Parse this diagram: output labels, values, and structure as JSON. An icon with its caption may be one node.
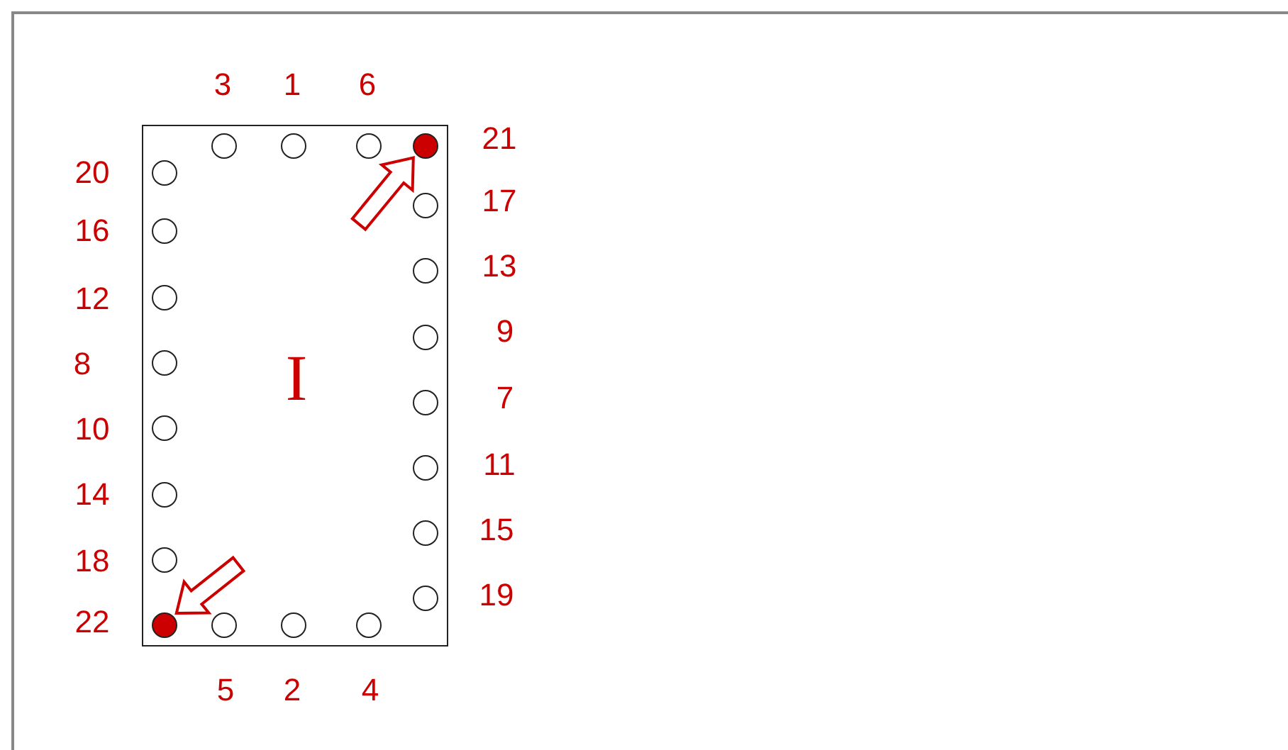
{
  "diagram": {
    "nodes": [
      {
        "text": [
          "I"
        ]
      },
      {
        "text": [],
        "shape": "circle",
        "in": 0,
        "beside": [
          "3"
        ]
      },
      {
        "text": [],
        "shape": "circle",
        "in": 0,
        "beside": [
          "1"
        ]
      },
      {
        "text": [],
        "shape": "circle",
        "in": 0,
        "beside": [
          "6"
        ]
      },
      {
        "text": [],
        "shape": "dot",
        "in": 0,
        "beside": [
          "21"
        ]
      },
      {
        "text": [],
        "shape": "circle",
        "in": 0,
        "beside": [
          "20"
        ]
      },
      {
        "text": [],
        "shape": "circle",
        "in": 0,
        "beside": [
          "16"
        ]
      },
      {
        "text": [],
        "shape": "circle",
        "in": 0,
        "beside": [
          "12"
        ]
      },
      {
        "text": [],
        "shape": "circle",
        "in": 0,
        "beside": [
          "8"
        ]
      },
      {
        "text": [],
        "shape": "circle",
        "in": 0,
        "beside": [
          "10"
        ]
      },
      {
        "text": [],
        "shape": "circle",
        "in": 0,
        "beside": [
          "14"
        ]
      },
      {
        "text": [],
        "shape": "circle",
        "in": 0,
        "beside": [
          "18"
        ]
      },
      {
        "text": [],
        "shape": "dot",
        "in": 0,
        "beside": [
          "22"
        ]
      },
      {
        "text": [],
        "shape": "circle",
        "in": 0,
        "beside": [
          "17"
        ]
      },
      {
        "text": [],
        "shape": "circle",
        "in": 0,
        "beside": [
          "13"
        ]
      },
      {
        "text": [],
        "shape": "circle",
        "in": 0,
        "beside": [
          "9"
        ]
      },
      {
        "text": [],
        "shape": "circle",
        "in": 0,
        "beside": [
          "7"
        ]
      },
      {
        "text": [],
        "shape": "circle",
        "in": 0,
        "beside": [
          "11"
        ]
      },
      {
        "text": [],
        "shape": "circle",
        "in": 0,
        "beside": [
          "15"
        ]
      },
      {
        "text": [],
        "shape": "circle",
        "in": 0,
        "beside": [
          "19"
        ]
      },
      {
        "text": [],
        "shape": "circle",
        "in": 0,
        "beside": [
          "5"
        ]
      },
      {
        "text": [],
        "shape": "circle",
        "in": 0,
        "beside": [
          "2"
        ]
      },
      {
        "text": [],
        "shape": "circle",
        "in": 0,
        "beside": [
          "4"
        ]
      }
    ],
    "edges": [
      {
        "from": null,
        "to": 4,
        "arrow": "to"
      },
      {
        "from": null,
        "to": 12,
        "arrow": "to"
      }
    ]
  }
}
